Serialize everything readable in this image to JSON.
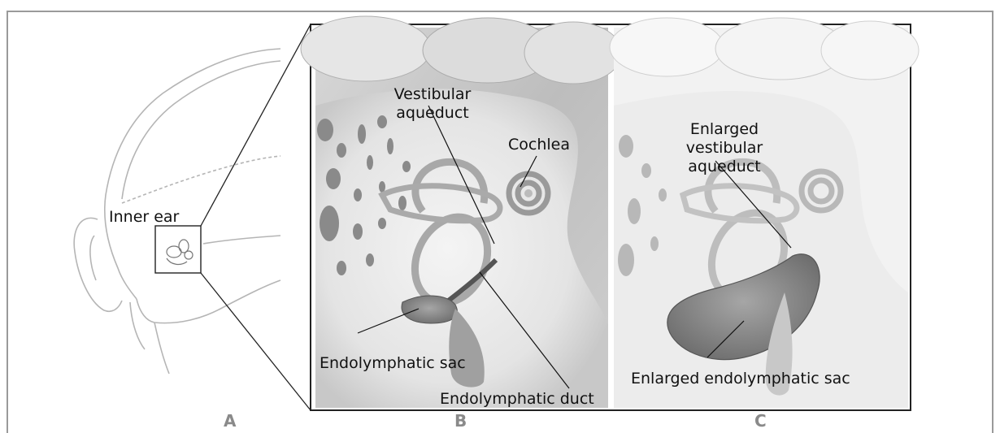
{
  "panels": {
    "a": {
      "letter": "A",
      "labels": {
        "inner_ear": "Inner ear"
      }
    },
    "b": {
      "letter": "B",
      "labels": {
        "vestibular_aqueduct_1": "Vestibular",
        "vestibular_aqueduct_2": "aqueduct",
        "cochlea": "Cochlea",
        "endolymphatic_sac": "Endolymphatic sac",
        "endolymphatic_duct": "Endolymphatic duct"
      }
    },
    "c": {
      "letter": "C",
      "labels": {
        "enlarged_aqueduct_1": "Enlarged",
        "enlarged_aqueduct_2": "vestibular",
        "enlarged_aqueduct_3": "aqueduct",
        "enlarged_sac": "Enlarged endolymphatic sac"
      }
    }
  }
}
